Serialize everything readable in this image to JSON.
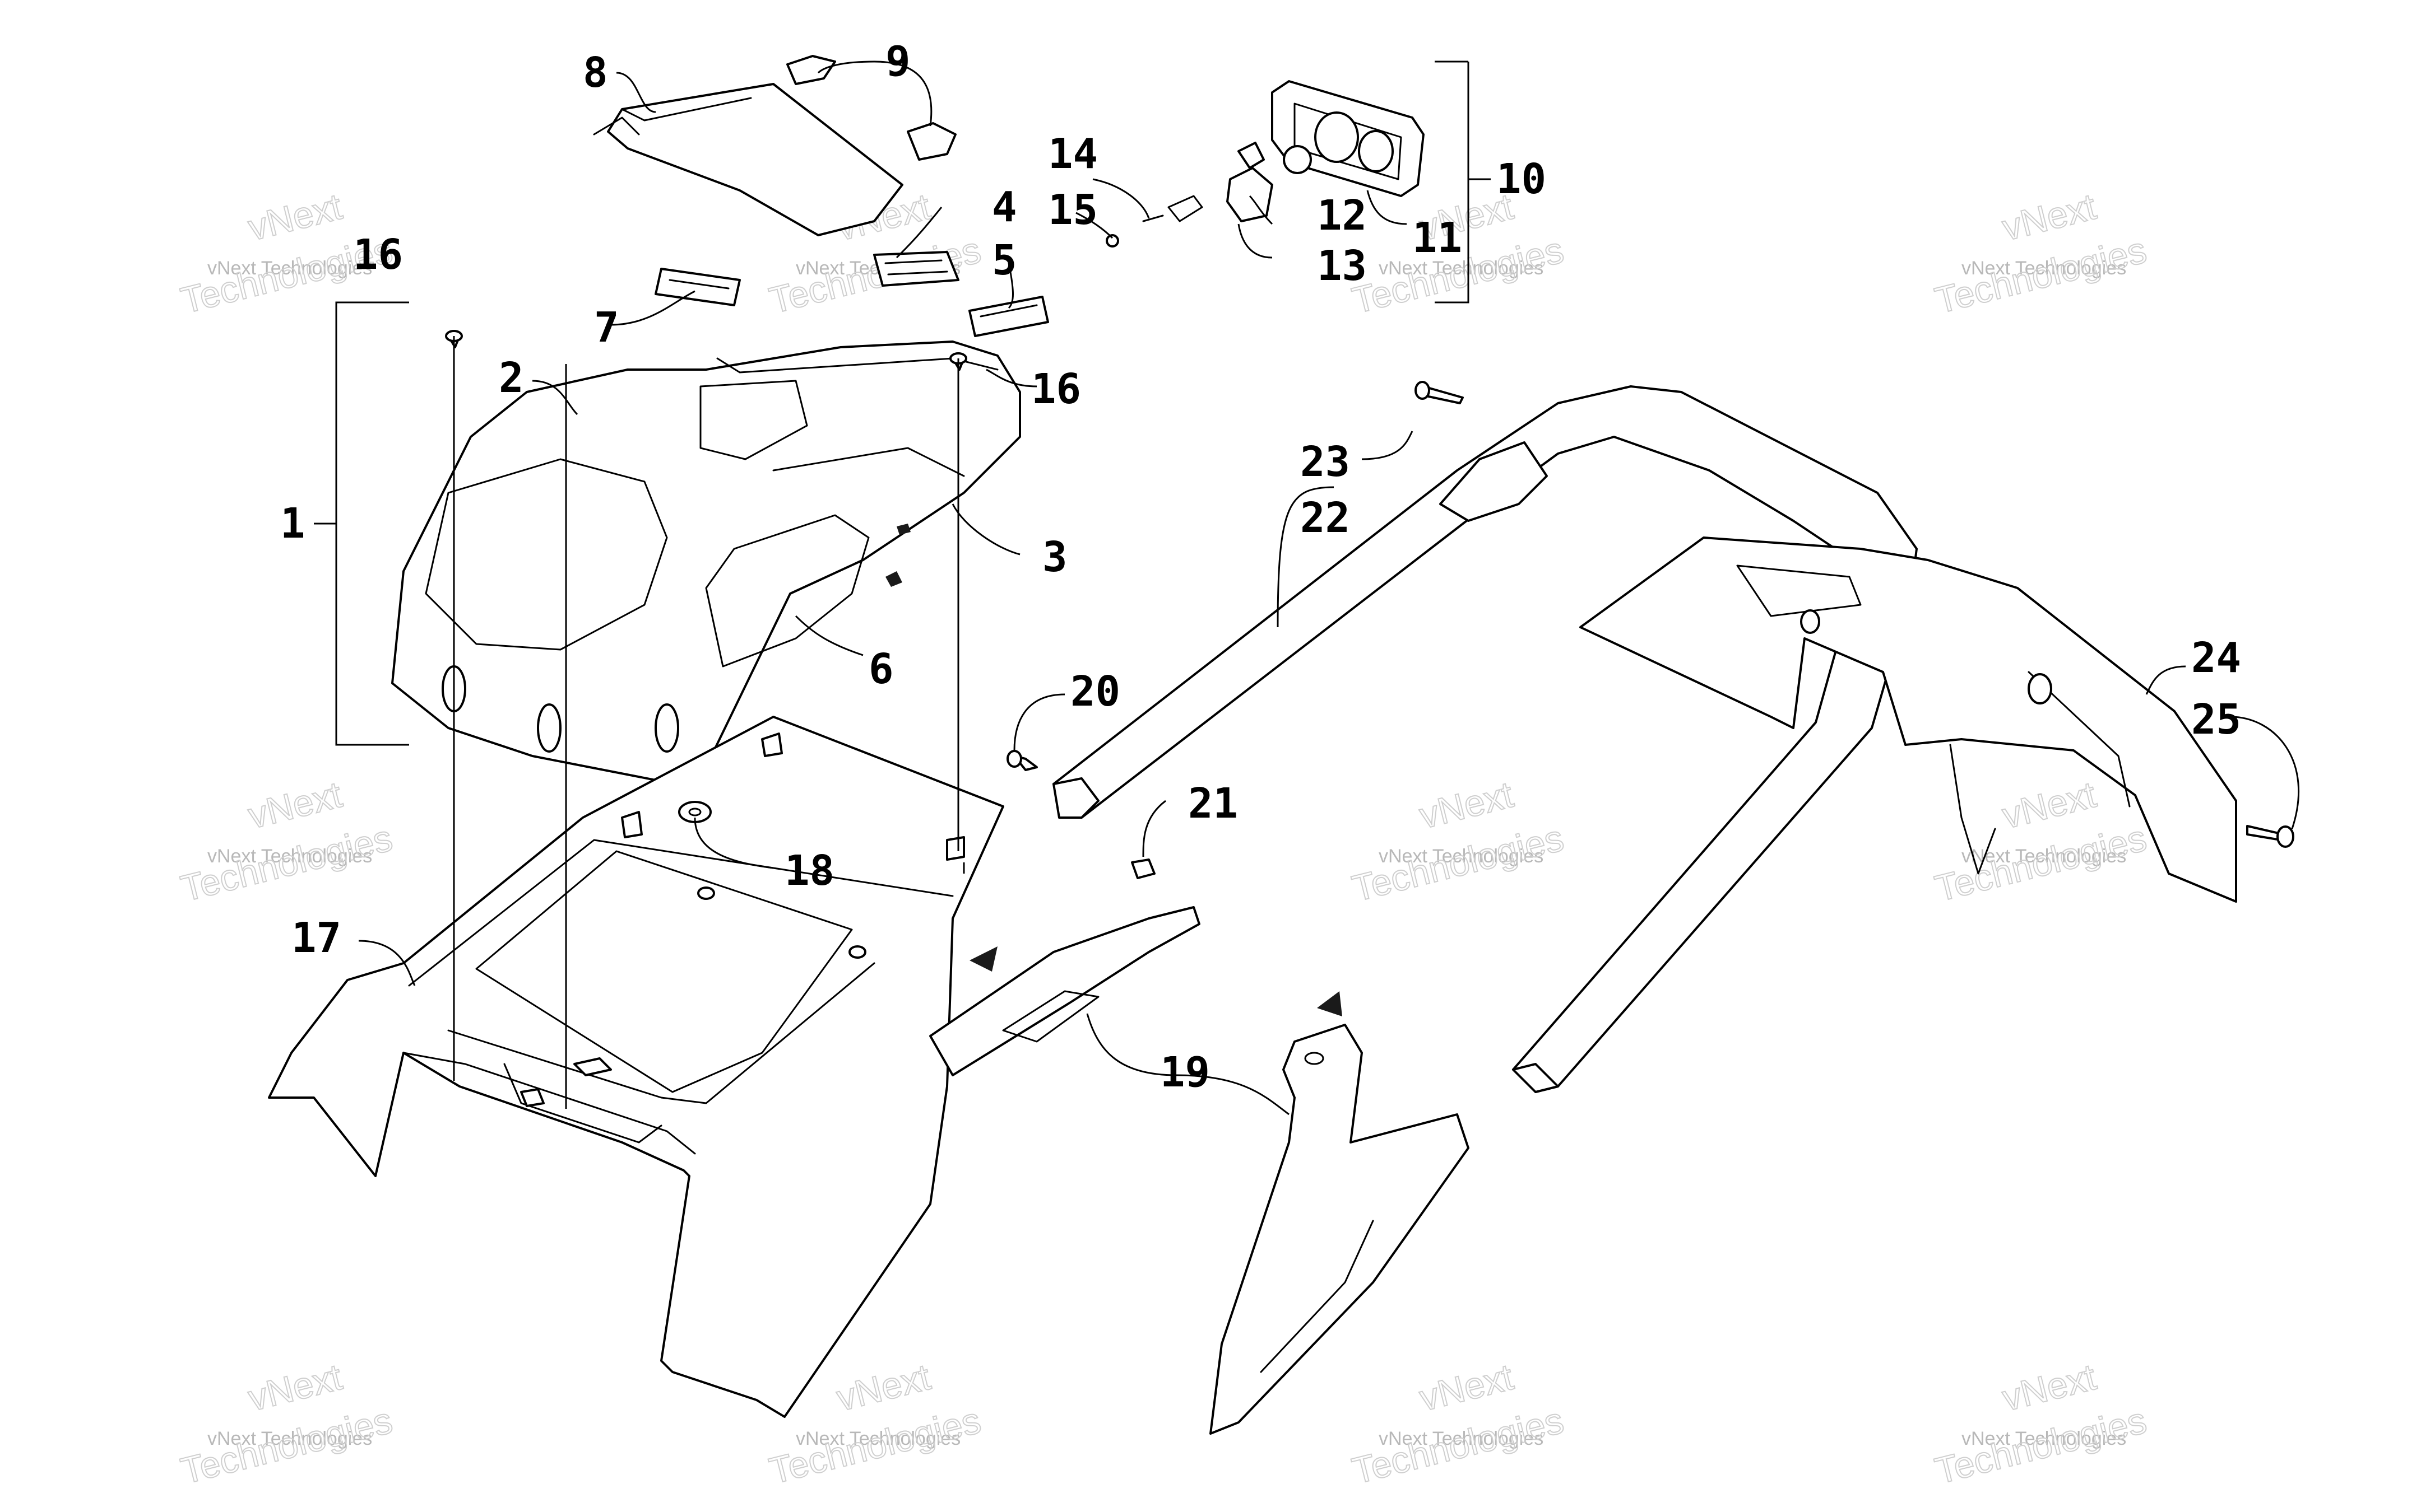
{
  "watermark": {
    "small": "vNext Technologies",
    "large_top": "vNext",
    "large_bottom": "Technologies"
  },
  "callouts": [
    "1",
    "2",
    "3",
    "4",
    "5",
    "6",
    "7",
    "8",
    "9",
    "10",
    "11",
    "12",
    "13",
    "14",
    "15",
    "16",
    "16",
    "17",
    "18",
    "19",
    "20",
    "21",
    "22",
    "23",
    "24",
    "25"
  ]
}
